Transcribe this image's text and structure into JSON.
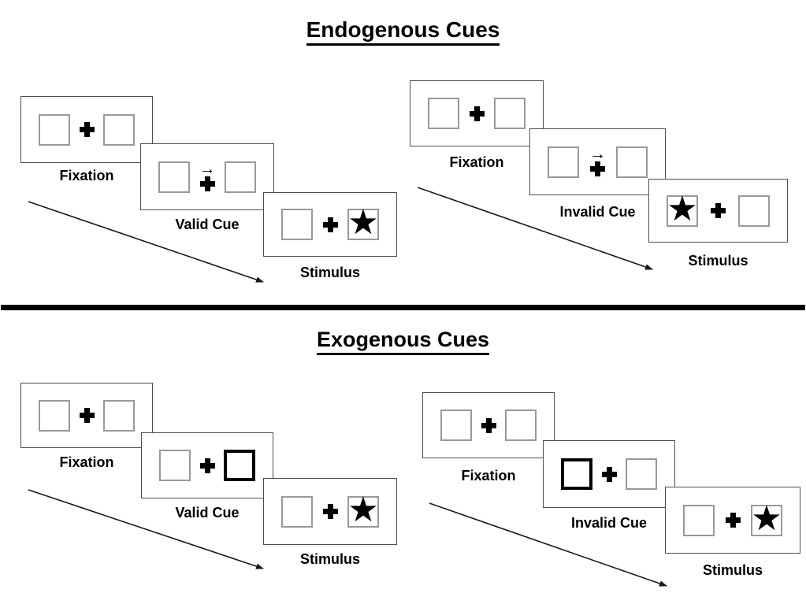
{
  "page": {
    "background": "#ffffff"
  },
  "sections": [
    {
      "title": "Endogenous Cues",
      "sequences": [
        {
          "name": "valid",
          "panels": [
            {
              "label": "Fixation"
            },
            {
              "label": "Valid Cue",
              "cue": "arrow-right-above-fixation-cross"
            },
            {
              "label": "Stimulus",
              "star": "right"
            }
          ]
        },
        {
          "name": "invalid",
          "panels": [
            {
              "label": "Fixation"
            },
            {
              "label": "Invalid Cue",
              "cue": "arrow-right-above-fixation-cross"
            },
            {
              "label": "Stimulus",
              "star": "left"
            }
          ]
        }
      ]
    },
    {
      "title": "Exogenous Cues",
      "sequences": [
        {
          "name": "valid",
          "panels": [
            {
              "label": "Fixation"
            },
            {
              "label": "Valid Cue",
              "cue": "highlight-right-box"
            },
            {
              "label": "Stimulus",
              "star": "right"
            }
          ]
        },
        {
          "name": "invalid",
          "panels": [
            {
              "label": "Fixation"
            },
            {
              "label": "Invalid Cue",
              "cue": "highlight-left-box"
            },
            {
              "label": "Stimulus",
              "star": "right"
            }
          ]
        }
      ]
    }
  ],
  "icons": {
    "star": "★",
    "cue_arrow": "→"
  },
  "colors": {
    "text": "#000000",
    "panel_border": "#4d4d4d",
    "box_border": "#999999",
    "highlight_border": "#000000",
    "divider": "#000000",
    "arrow": "#1a1a1a",
    "background": "#ffffff"
  }
}
